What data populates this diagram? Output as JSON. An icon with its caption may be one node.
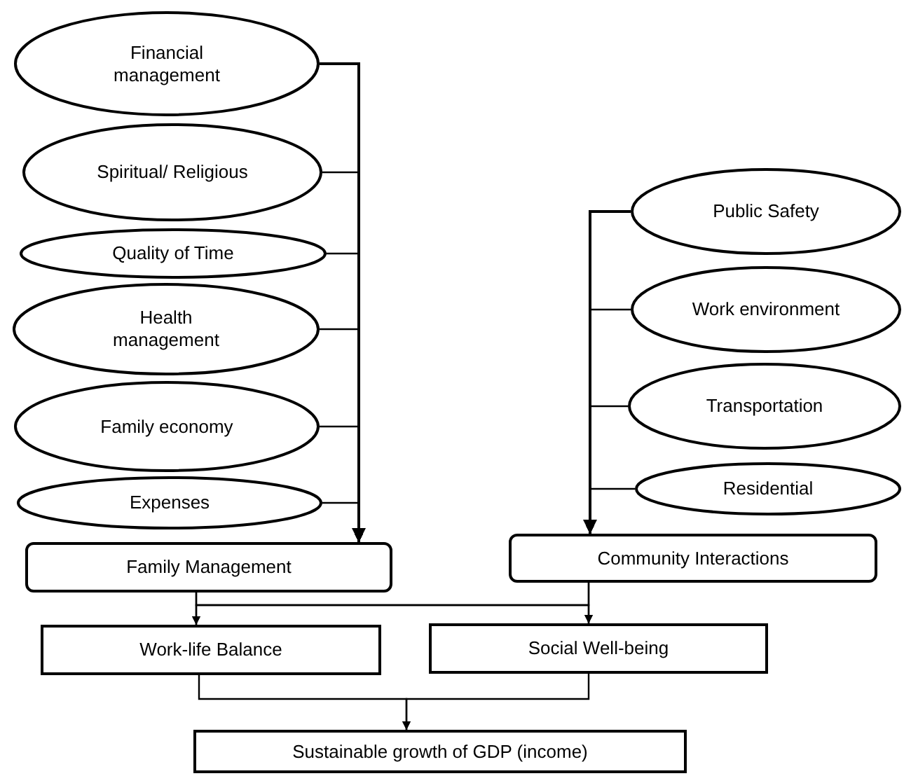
{
  "diagram": {
    "nodes": [
      {
        "text": [
          "Financial management"
        ]
      },
      {
        "text": [
          "Spiritual/ Religious"
        ]
      },
      {
        "text": [
          "Quality of Time"
        ]
      },
      {
        "text": [
          "Health management"
        ]
      },
      {
        "text": [
          "Family economy"
        ]
      },
      {
        "text": [
          "Expenses"
        ]
      },
      {
        "text": [
          "Public Safety"
        ]
      },
      {
        "text": [
          "Work environment"
        ]
      },
      {
        "text": [
          "Transportation"
        ]
      },
      {
        "text": [
          "Residential"
        ]
      },
      {
        "text": [
          "Family Management"
        ]
      },
      {
        "text": [
          "Community Interactions"
        ]
      },
      {
        "text": [
          "Work-life Balance"
        ]
      },
      {
        "text": [
          "Social Well-being"
        ]
      },
      {
        "text": [
          "Sustainable growth of GDP (income)"
        ]
      }
    ],
    "edges": [
      {
        "from": 0,
        "to": 10,
        "arrow": "to"
      },
      {
        "from": 1,
        "to": 10,
        "arrow": "to"
      },
      {
        "from": 2,
        "to": 10,
        "arrow": "to"
      },
      {
        "from": 3,
        "to": 10,
        "arrow": "to"
      },
      {
        "from": 4,
        "to": 10,
        "arrow": "to"
      },
      {
        "from": 5,
        "to": 10,
        "arrow": "to"
      },
      {
        "from": 6,
        "to": 11,
        "arrow": "to"
      },
      {
        "from": 7,
        "to": 11,
        "arrow": "to"
      },
      {
        "from": 8,
        "to": 11,
        "arrow": "to"
      },
      {
        "from": 9,
        "to": 11,
        "arrow": "to"
      },
      {
        "from": 10,
        "to": 12,
        "arrow": "to"
      },
      {
        "from": 10,
        "to": 13,
        "arrow": "to"
      },
      {
        "from": 11,
        "to": 12,
        "arrow": "to"
      },
      {
        "from": 11,
        "to": 13,
        "arrow": "to"
      },
      {
        "from": 12,
        "to": 14,
        "arrow": "to"
      },
      {
        "from": 13,
        "to": 14,
        "arrow": "to"
      }
    ]
  }
}
